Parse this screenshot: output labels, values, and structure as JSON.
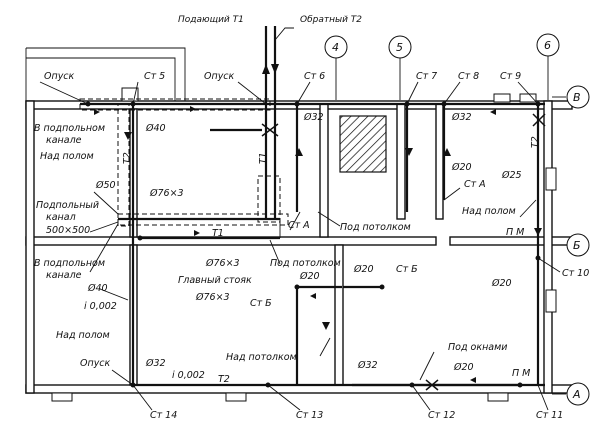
{
  "pipes_top": {
    "supply": "Подающий Т1",
    "return": "Обратный Т2"
  },
  "axes": {
    "a4": "4",
    "a5": "5",
    "a6": "6",
    "aV": "В",
    "aB": "Б",
    "aA": "А"
  },
  "risers": {
    "st5": "Ст 5",
    "st6": "Ст 6",
    "st7": "Ст 7",
    "st8": "Ст 8",
    "st9": "Ст 9",
    "sta_left": "Ст А",
    "sta_right": "Ст А",
    "stb_left": "Ст Б",
    "stb_right": "Ст Б",
    "st10": "Ст 10",
    "st11": "Ст 11",
    "st12": "Ст 12",
    "st13": "Ст 13",
    "st14": "Ст 14"
  },
  "diameters": {
    "d40a": "Ø40",
    "d40b": "Ø40",
    "d50": "Ø50",
    "d32a": "Ø32",
    "d32b": "Ø32",
    "d32c": "Ø32",
    "d32d": "Ø32",
    "d20a": "Ø20",
    "d20b": "Ø20",
    "d20c": "Ø20",
    "d20d": "Ø20",
    "d20e": "Ø20",
    "d25": "Ø25",
    "d76a": "Ø76×3",
    "d76b": "Ø76×3",
    "d76c": "Ø76×3"
  },
  "notes": {
    "opusk_top_left": "Опуск",
    "opusk_top": "Опуск",
    "opusk_bottom": "Опуск",
    "v_podpol_1": "В подпольном",
    "v_podpol_1b": "канале",
    "nad_polom_1": "Над полом",
    "podpol_kanal": "Подпольный",
    "podpol_kanal_b": "канал",
    "kanal_size": "500×500",
    "v_podpol_2": "В подпольном",
    "v_podpol_2b": "канале",
    "slope_1": "i 0,002",
    "slope_2": "i 0,002",
    "nad_polom_2": "Над полом",
    "nad_polom_right": "Над полом",
    "main_riser": "Главный стояк",
    "pod_potolkom_1": "Под потолком",
    "pod_potolkom_2": "Под потолком",
    "nad_potolkom": "Над потолком",
    "pod_oknami": "Под окнами",
    "pm_1": "П М",
    "pm_2": "П М",
    "t1_a": "Т1",
    "t1_b": "Т1",
    "t2_a": "Т2",
    "t2_b": "Т2",
    "t2_c": "Т2"
  }
}
